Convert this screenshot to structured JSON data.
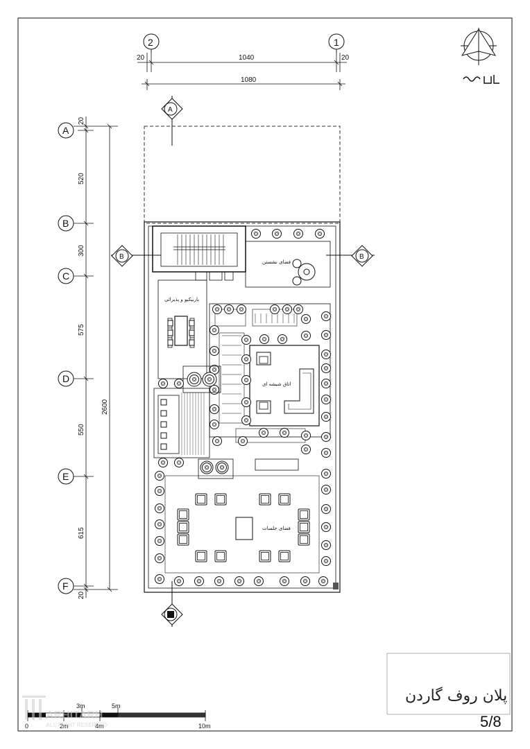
{
  "drawing": {
    "title": "پلان روف گاردن",
    "sheet_number": "5/8"
  },
  "grid": {
    "cols": [
      {
        "label": "2"
      },
      {
        "label": "1"
      }
    ],
    "rows": [
      {
        "label": "A"
      },
      {
        "label": "B"
      },
      {
        "label": "C"
      },
      {
        "label": "D"
      },
      {
        "label": "E"
      },
      {
        "label": "F"
      }
    ]
  },
  "dimensions": {
    "top_left_edge": "20",
    "top_span": "1040",
    "top_right_edge": "20",
    "top_total": "1080",
    "rows": [
      "20",
      "520",
      "300",
      "575",
      "550",
      "615",
      "20"
    ],
    "total": "2600"
  },
  "section_markers": {
    "a": "A",
    "b_left": "B",
    "b_right": "B"
  },
  "rooms": {
    "seating_area": "فضای نشستن",
    "barbecue": "باربیکیو و پذیرائی",
    "glass_room": "اتاق شیشه ای",
    "meeting_area": "فضای جلسات"
  },
  "scale_bar": {
    "label_0": "0",
    "label_2m": "2m",
    "label_3m": "3m",
    "label_4m": "4m",
    "label_5m": "5m",
    "label_10m": "10m"
  },
  "watermark": {
    "brand": "ARHITARH",
    "tagline": "ALL RIGHT RESERVED"
  },
  "colors": {
    "line": "#111111",
    "watermark": "#cccccc"
  }
}
